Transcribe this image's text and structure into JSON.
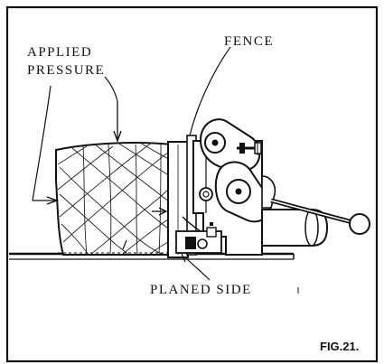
{
  "labels": {
    "applied_pressure_line1": "APPLIED",
    "applied_pressure_line2": "PRESSURE",
    "fence": "FENCE",
    "planed_side": "PLANED SIDE",
    "figure_number": "FIG.21."
  },
  "colors": {
    "ink": "#111111",
    "paper": "#ffffff"
  }
}
